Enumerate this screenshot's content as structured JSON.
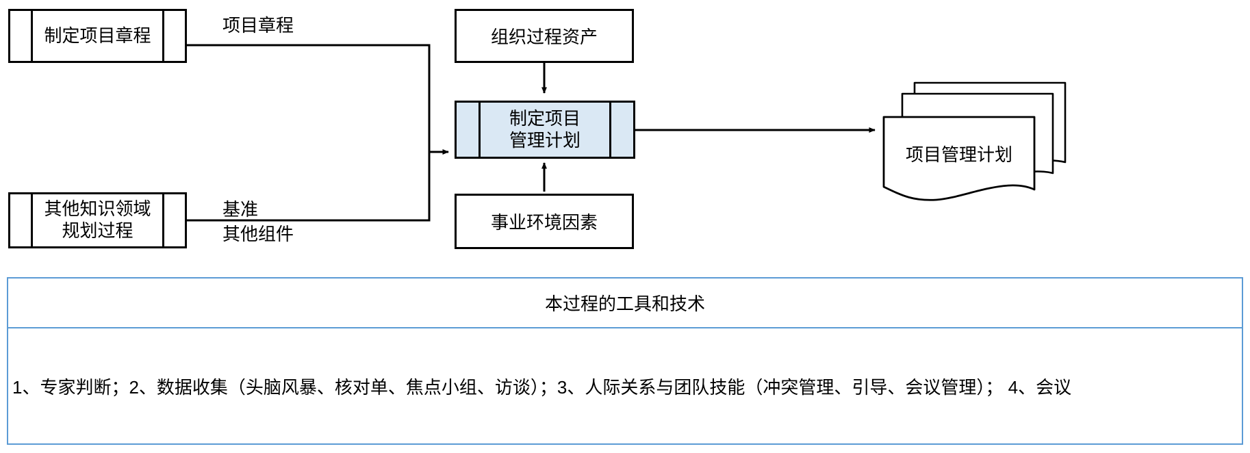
{
  "diagram": {
    "title_alt": "制定项目管理计划 数据流向图",
    "nodes": {
      "develop_charter": {
        "label": "制定项目章程",
        "shape": "predefined-process"
      },
      "other_planning": {
        "label": "其他知识领域\n规划过程",
        "shape": "predefined-process"
      },
      "opa": {
        "label": "组织过程资产",
        "shape": "rectangle"
      },
      "develop_pmp": {
        "label": "制定项目\n管理计划",
        "shape": "predefined-process",
        "fill": "#dae8f4"
      },
      "eef": {
        "label": "事业环境因素",
        "shape": "rectangle"
      },
      "pmp_doc": {
        "label": "项目管理计划",
        "shape": "multi-document"
      }
    },
    "edge_labels": {
      "charter": "项目章程",
      "baseline": "基准",
      "other_parts": "其他组件"
    }
  },
  "tools_table": {
    "header": "本过程的工具和技术",
    "body": "1、专家判断；2、数据收集（头脑风暴、核对单、焦点小组、访谈）；3、人际关系与团队技能（冲突管理、引导、会议管理）； 4、会议",
    "border_color": "#5b9bd5"
  },
  "colors": {
    "stroke": "#000000",
    "accent_fill": "#dae8f4",
    "table_border": "#5b9bd5",
    "background": "#ffffff"
  }
}
